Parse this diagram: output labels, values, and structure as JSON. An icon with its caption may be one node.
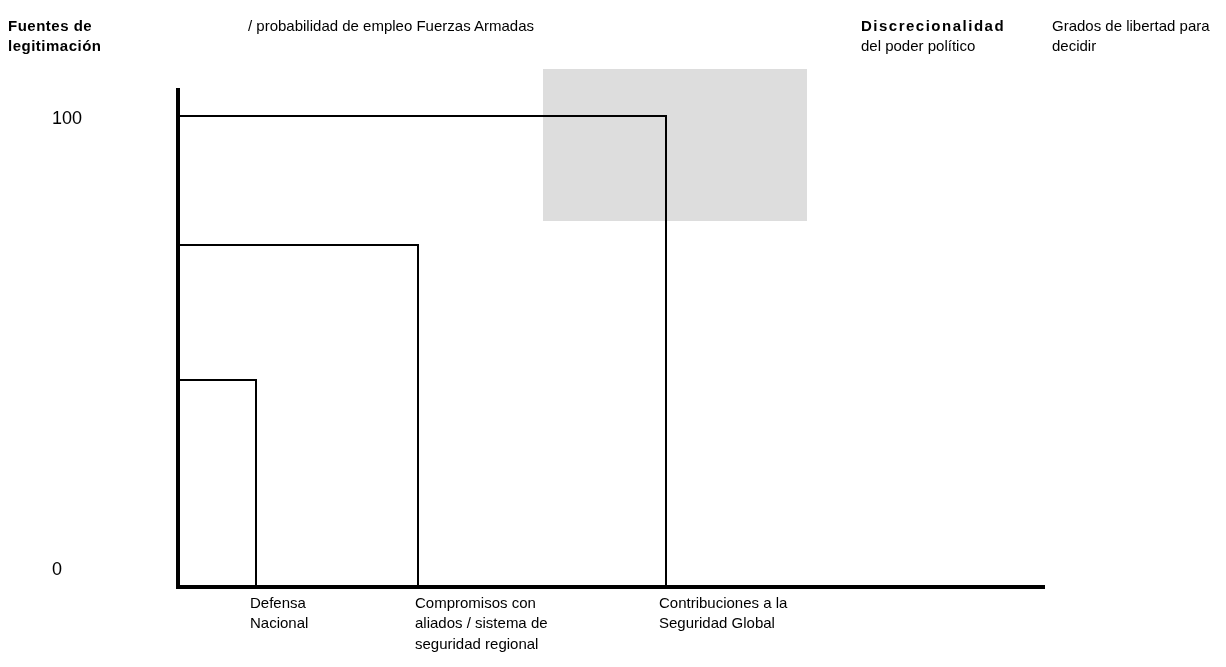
{
  "diagram": {
    "nodes": [
      {
        "text": [],
        "shape": "box",
        "beside": [
          "Contribuciones a la Seguridad Global"
        ]
      },
      {
        "text": [],
        "shape": "box",
        "in": 0,
        "beside": [
          "Compromisos con aliados / sistema de seguridad regional"
        ]
      },
      {
        "text": [],
        "shape": "box",
        "in": 1,
        "beside": [
          "Defensa Nacional"
        ]
      },
      {
        "text": [],
        "shape": "box"
      }
    ],
    "edges": [],
    "labels": [
      "Fuentes de legitimación",
      "/ probabilidad de empleo Fuerzas Armadas",
      "**Discrecionalidad** del poder político",
      "Grados de libertad para decidir",
      "100",
      "0"
    ]
  }
}
